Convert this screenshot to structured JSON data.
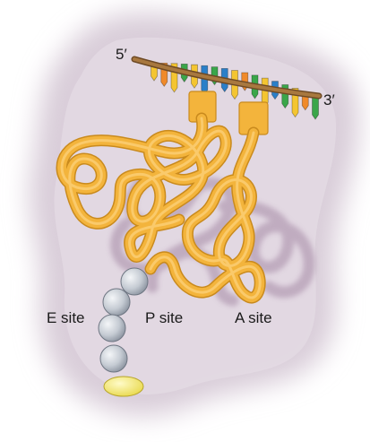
{
  "labels": {
    "five_prime": "5′",
    "three_prime": "3′",
    "e_site": "E site",
    "p_site": "P site",
    "a_site": "A site"
  },
  "colors": {
    "background_blob": "#e2d8e2",
    "shadow_loops": "#b49cb4",
    "trna_orange": "#f3b43c",
    "trna_orange_dark": "#c98a1d",
    "mrna_brown": "#9a6b3a",
    "base_yellow": "#f4c531",
    "base_green": "#3aa64a",
    "base_blue": "#2a7fc8",
    "base_orange": "#f08a2a",
    "base_purple": "#8a5aa8",
    "amino_acid_gray": "#c5cbd3",
    "terminal_yellow": "#f7ec74"
  },
  "icons": [
    "ribosome-background",
    "mrna-strand",
    "codon-bases",
    "p-site-trna",
    "a-site-trna",
    "polypeptide-chain"
  ]
}
